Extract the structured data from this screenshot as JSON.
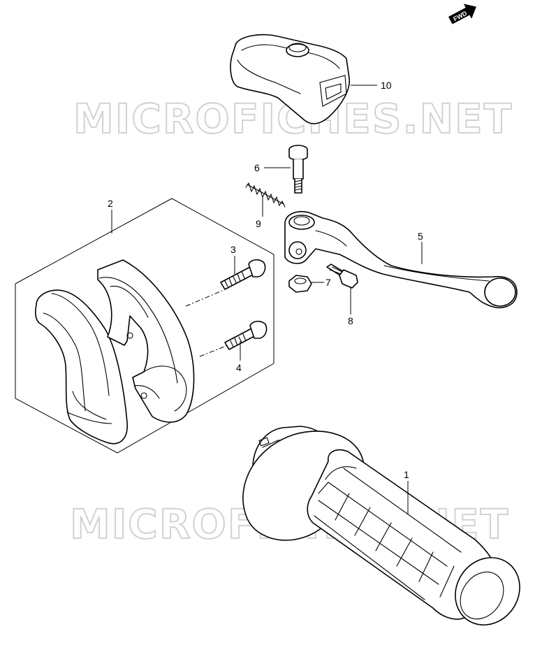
{
  "watermark": {
    "text": "MICROFICHES.NET"
  },
  "direction_badge": {
    "text": "FWD"
  },
  "callouts": [
    {
      "id": "1",
      "label": "1"
    },
    {
      "id": "2",
      "label": "2"
    },
    {
      "id": "3",
      "label": "3"
    },
    {
      "id": "4",
      "label": "4"
    },
    {
      "id": "5",
      "label": "5"
    },
    {
      "id": "6",
      "label": "6"
    },
    {
      "id": "7",
      "label": "7"
    },
    {
      "id": "8",
      "label": "8"
    },
    {
      "id": "9",
      "label": "9"
    },
    {
      "id": "10",
      "label": "10"
    }
  ],
  "icons": {
    "direction": "fwd-arrow-icon"
  }
}
